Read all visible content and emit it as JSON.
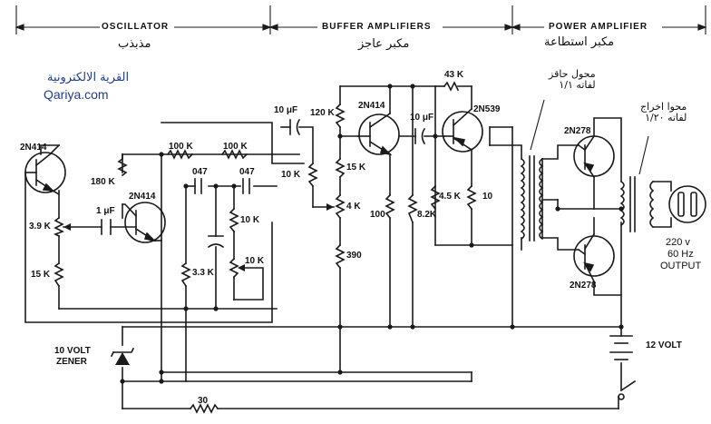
{
  "sections": {
    "oscillator": "OSCILLATOR",
    "buffer": "BUFFER AMPLIFIERS",
    "power": "POWER AMPLIFIER"
  },
  "arabic_sections": {
    "oscillator": "مذبذب",
    "buffer": "مكبر عاجز",
    "power": "مكبر استطاعة"
  },
  "watermark": {
    "arabic": "القرية الالكترونية",
    "latin": "Qariya.com"
  },
  "transformers": {
    "driver": [
      "محول حاقز",
      "لفاته ١/١"
    ],
    "output": [
      "محوا اخراج",
      "لفاته ١/٢٠"
    ]
  },
  "transistors": {
    "q1": "2N414",
    "q2": "2N414",
    "q3": "2N414",
    "q4": "2N539",
    "q5": "2N278",
    "q6": "2N278"
  },
  "components": {
    "r_180k": "180 K",
    "r_100k_a": "100 K",
    "r_100k_b": "100 K",
    "c_1uf": "1 μF",
    "c_047_a": "047",
    "c_047_b": "047",
    "r_39k": "3.9 K",
    "r_15k_left": "15 K",
    "r_33k": "3.3 K",
    "r_10k_a": "10 K",
    "r_10k_b": "10 K",
    "c_10uf_a": "10 μF",
    "r_120k": "120 K",
    "r_10k_c": "10 K",
    "r_15k_mid": "15 K",
    "r_4k": "4 K",
    "r_390": "390",
    "r_100": "100",
    "r_82k": "8.2K",
    "c_10uf_b": "10 μF",
    "r_43k": "43 K",
    "r_45k": "4.5 K",
    "r_10": "10",
    "zener": [
      "10 VOLT",
      "ZENER"
    ],
    "battery": "12 VOLT",
    "r_30": "30"
  },
  "output": {
    "voltage": "220 v",
    "frequency": "60 Hz",
    "label": "OUTPUT"
  }
}
